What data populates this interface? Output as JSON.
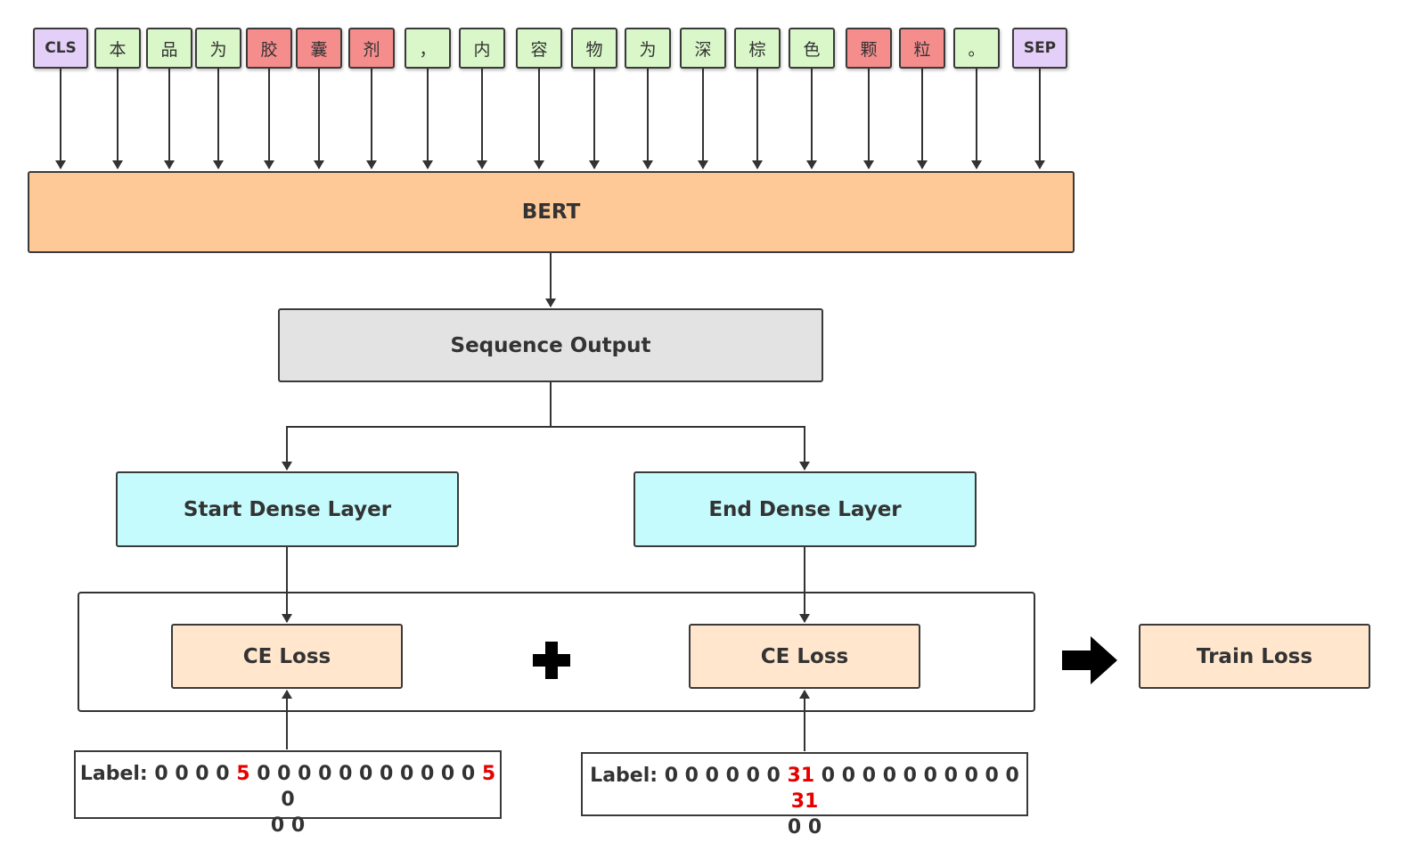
{
  "colors": {
    "special_token": "#e3cff7",
    "context_token": "#d9f7c8",
    "entity_token": "#f58d8d",
    "bert": "#fec997",
    "sequence_output": "#e3e3e3",
    "dense_layer": "#c5fbfd",
    "loss": "#ffe6cd",
    "highlight_text": "#e60000"
  },
  "tokens": [
    {
      "text": "CLS",
      "kind": "special"
    },
    {
      "text": "本",
      "kind": "context"
    },
    {
      "text": "品",
      "kind": "context"
    },
    {
      "text": "为",
      "kind": "context"
    },
    {
      "text": "胶",
      "kind": "entity"
    },
    {
      "text": "囊",
      "kind": "entity"
    },
    {
      "text": "剂",
      "kind": "entity"
    },
    {
      "text": "，",
      "kind": "context"
    },
    {
      "text": "内",
      "kind": "context"
    },
    {
      "text": "容",
      "kind": "context"
    },
    {
      "text": "物",
      "kind": "context"
    },
    {
      "text": "为",
      "kind": "context"
    },
    {
      "text": "深",
      "kind": "context"
    },
    {
      "text": "棕",
      "kind": "context"
    },
    {
      "text": "色",
      "kind": "context"
    },
    {
      "text": "颗",
      "kind": "entity"
    },
    {
      "text": "粒",
      "kind": "entity"
    },
    {
      "text": "。",
      "kind": "context"
    },
    {
      "text": "SEP",
      "kind": "special"
    }
  ],
  "bert": {
    "label": "BERT"
  },
  "sequence_output": {
    "label": "Sequence Output"
  },
  "start_dense": {
    "label": "Start Dense Layer"
  },
  "end_dense": {
    "label": "End Dense Layer"
  },
  "start_loss": {
    "label": "CE Loss"
  },
  "end_loss": {
    "label": "CE Loss"
  },
  "train_loss": {
    "label": "Train Loss"
  },
  "start_label": {
    "prefix": "Label: ",
    "line1": [
      {
        "text": "0 0 0 0 ",
        "highlight": false
      },
      {
        "text": "5",
        "highlight": true
      },
      {
        "text": " 0 0 0 0 0 0 0 0 0 0 0 ",
        "highlight": false
      },
      {
        "text": "5",
        "highlight": true
      },
      {
        "text": " 0",
        "highlight": false
      }
    ],
    "line2": "0 0"
  },
  "end_label": {
    "prefix": "Label: ",
    "line1": [
      {
        "text": "0 0 0 0 0 0 ",
        "highlight": false
      },
      {
        "text": "31",
        "highlight": true
      },
      {
        "text": " 0 0 0 0 0 0 0 0 0 0 ",
        "highlight": false
      },
      {
        "text": "31",
        "highlight": true
      }
    ],
    "line2": "0 0"
  }
}
